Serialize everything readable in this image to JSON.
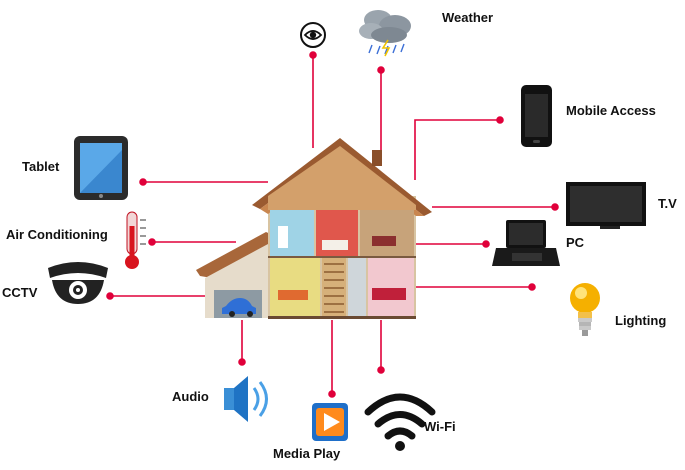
{
  "accent_color": "#e0003a",
  "devices": [
    {
      "id": "eye",
      "label": ""
    },
    {
      "id": "weather",
      "label": "Weather"
    },
    {
      "id": "mobile",
      "label": "Mobile Access"
    },
    {
      "id": "tablet",
      "label": "Tablet"
    },
    {
      "id": "tv",
      "label": "T.V"
    },
    {
      "id": "ac",
      "label": "Air Conditioning"
    },
    {
      "id": "pc",
      "label": "PC"
    },
    {
      "id": "cctv",
      "label": "CCTV"
    },
    {
      "id": "lighting",
      "label": "Lighting"
    },
    {
      "id": "audio",
      "label": "Audio"
    },
    {
      "id": "media",
      "label": "Media Play"
    },
    {
      "id": "wifi",
      "label": "Wi-Fi"
    }
  ],
  "icons": {
    "eye": "eye-icon",
    "weather": "storm-cloud-icon",
    "mobile": "smartphone-icon",
    "tablet": "tablet-icon",
    "tv": "television-icon",
    "ac": "thermometer-icon",
    "pc": "laptop-icon",
    "cctv": "security-camera-icon",
    "lighting": "light-bulb-icon",
    "audio": "speaker-icon",
    "media": "media-player-icon",
    "wifi": "wifi-icon"
  }
}
